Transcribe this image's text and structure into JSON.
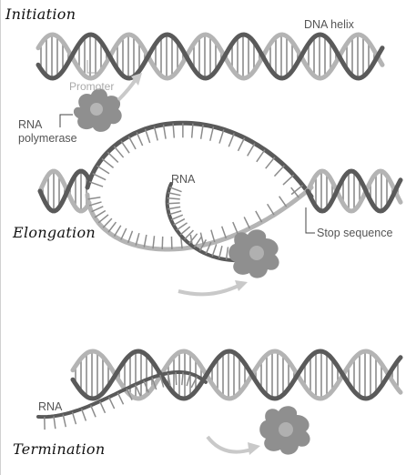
{
  "stages": {
    "initiation": "Initiation",
    "elongation": "Elongation",
    "termination": "Termination"
  },
  "labels": {
    "dna_helix": "DNA helix",
    "promoter": "Promoter",
    "rna_polymerase_line1": "RNA",
    "rna_polymerase_line2": "polymerase",
    "rna_elongation": "RNA",
    "stop_sequence": "Stop sequence",
    "rna_termination": "RNA"
  },
  "colors": {
    "strand_dark": "#5a5a5a",
    "strand_light": "#b4b4b4",
    "rung": "#8c8c8c",
    "polymerase": "#8a8a8a",
    "arrow": "#c9c9c9"
  }
}
